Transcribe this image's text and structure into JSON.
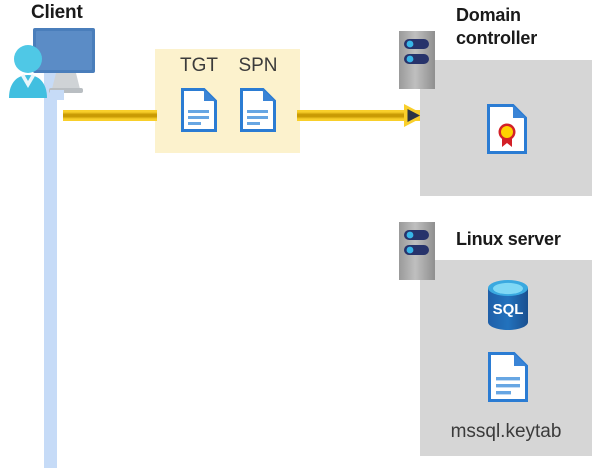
{
  "diagram": {
    "title": "Kerberos authentication flow: client to domain controller and Linux SQL Server",
    "background_color": "#ffffff"
  },
  "client": {
    "label": "Client",
    "icon": "user-computer-icon",
    "lifeline_color": "#c6dbf7"
  },
  "flow": {
    "highlight_box_color": "#fcf2cd",
    "arrow_color": "#f9cf2a",
    "arrow_core_color": "#c99a04",
    "arrowhead_fill": "#2b3445",
    "tokens": [
      {
        "label": "TGT",
        "icon": "document-icon"
      },
      {
        "label": "SPN",
        "icon": "document-icon"
      }
    ]
  },
  "domain_controller": {
    "label": "Domain\ncontroller",
    "server_icon": "server-tower-icon",
    "panel_color": "#d6d6d6",
    "items": [
      {
        "icon": "certificate-document-icon",
        "label": ""
      }
    ]
  },
  "linux_server": {
    "label": "Linux server",
    "server_icon": "server-tower-icon",
    "panel_color": "#d6d6d6",
    "items": [
      {
        "icon": "sql-database-icon",
        "label": "SQL"
      },
      {
        "icon": "document-icon",
        "label": "mssql.keytab"
      }
    ]
  },
  "colors": {
    "document_border": "#2b7cd3",
    "document_fold": "#3a84d6",
    "document_line": "#67a6e3",
    "sql_blue": "#1a62ad",
    "sql_top": "#49c0f0",
    "seal_yellow": "#ffd200",
    "seal_red": "#d32027",
    "tower_navy": "#27336b",
    "tower_dot": "#38b6e8",
    "monitor_blue": "#4a7ebb",
    "person_cyan": "#41bfe0"
  }
}
